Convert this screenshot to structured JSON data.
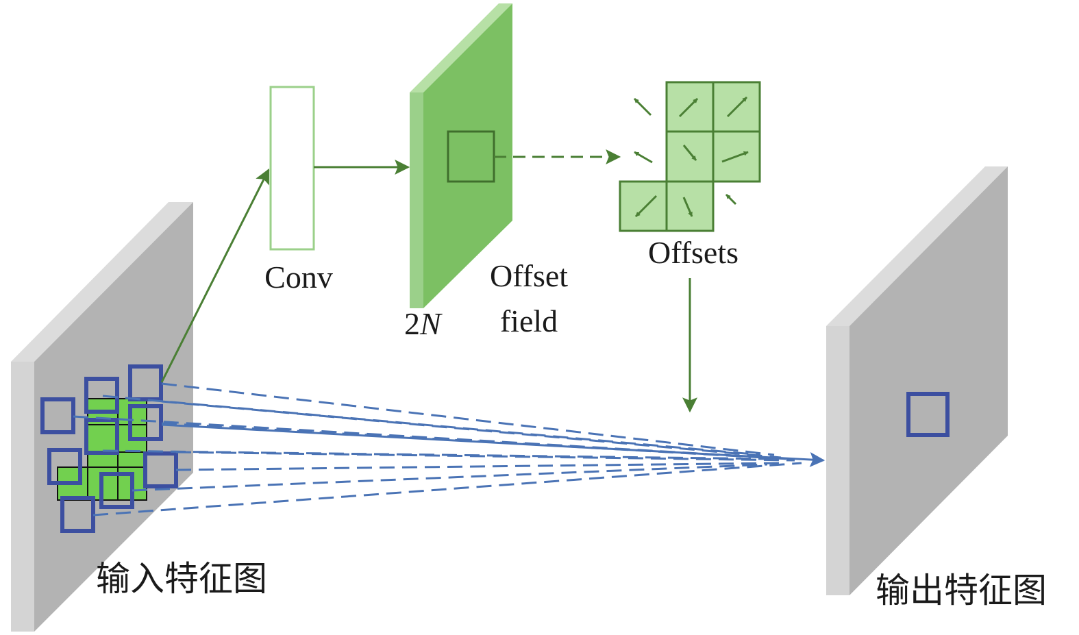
{
  "labels": {
    "conv": "Conv",
    "channels_num": "2",
    "channels_var": "N",
    "offset_field_line1": "Offset",
    "offset_field_line2": "field",
    "offsets": "Offsets",
    "input_feature_map": "输入特征图",
    "output_feature_map": "输出特征图"
  },
  "colors": {
    "panel_face": "#b3b3b3",
    "panel_edge": "#dcdcdc",
    "green_dark": "#4a7f34",
    "green_fill": "#7cc063",
    "green_light": "#b7e0a6",
    "green_sampling": "#72d04f",
    "blue_box": "#3c4fa0",
    "blue_dash": "#4a73b5"
  }
}
